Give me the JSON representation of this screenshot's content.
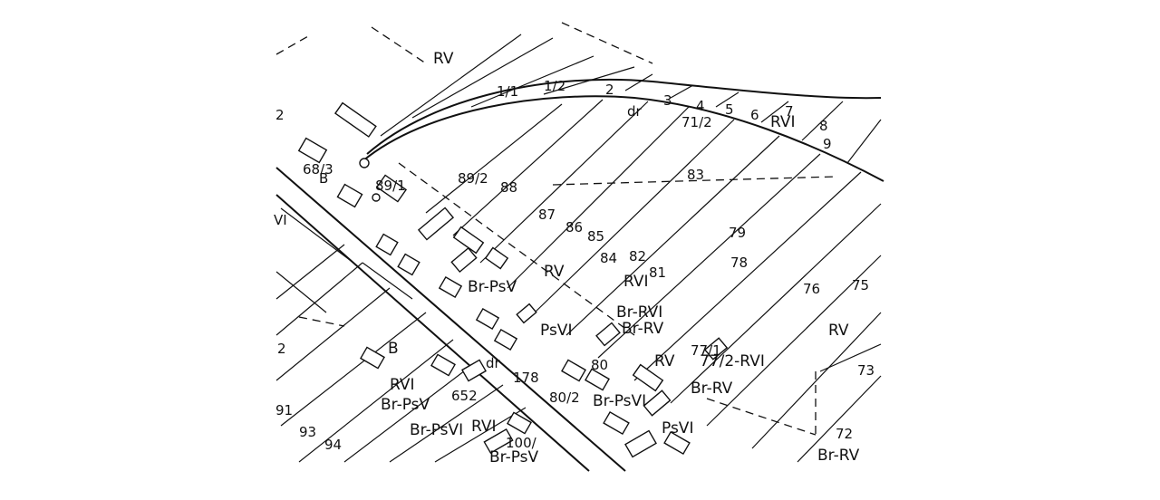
{
  "map": {
    "labels": [
      {
        "id": "rv-top",
        "text": "RV"
      },
      {
        "id": "l-1-1",
        "text": "1/1"
      },
      {
        "id": "l-1-2",
        "text": "1/2"
      },
      {
        "id": "l-2",
        "text": "2"
      },
      {
        "id": "l-3",
        "text": "3"
      },
      {
        "id": "l-4",
        "text": "4"
      },
      {
        "id": "l-5",
        "text": "5"
      },
      {
        "id": "l-6",
        "text": "6"
      },
      {
        "id": "l-7",
        "text": "7"
      },
      {
        "id": "rvi-top",
        "text": "RVI"
      },
      {
        "id": "l-8",
        "text": "8"
      },
      {
        "id": "l-9",
        "text": "9"
      },
      {
        "id": "dr-top",
        "text": "dr"
      },
      {
        "id": "l-71-2",
        "text": "71/2"
      },
      {
        "id": "l-83",
        "text": "83"
      },
      {
        "id": "l-89-2",
        "text": "89/2"
      },
      {
        "id": "l-88",
        "text": "88"
      },
      {
        "id": "l-89-1",
        "text": "89/1"
      },
      {
        "id": "l-68-3",
        "text": "68/3"
      },
      {
        "id": "l-b-1",
        "text": "B"
      },
      {
        "id": "l-87",
        "text": "87"
      },
      {
        "id": "l-86",
        "text": "86"
      },
      {
        "id": "l-85",
        "text": "85"
      },
      {
        "id": "l-84",
        "text": "84"
      },
      {
        "id": "l-82",
        "text": "82"
      },
      {
        "id": "l-81",
        "text": "81"
      },
      {
        "id": "l-79",
        "text": "79"
      },
      {
        "id": "l-78",
        "text": "78"
      },
      {
        "id": "l-76",
        "text": "76"
      },
      {
        "id": "l-75",
        "text": "75"
      },
      {
        "id": "rv-mid",
        "text": "RV"
      },
      {
        "id": "rvi-mid",
        "text": "RVI"
      },
      {
        "id": "br-psv-1",
        "text": "Br-PsV"
      },
      {
        "id": "psvi-1",
        "text": "PsVI"
      },
      {
        "id": "br-rvi-1",
        "text": "Br-RVI"
      },
      {
        "id": "br-rv-1",
        "text": "Br-RV"
      },
      {
        "id": "rv-right",
        "text": "RV"
      },
      {
        "id": "l-73",
        "text": "73"
      },
      {
        "id": "l-72",
        "text": "72"
      },
      {
        "id": "br-rv-bottom",
        "text": "Br-RV"
      },
      {
        "id": "l-77-1",
        "text": "77/1"
      },
      {
        "id": "rv-77",
        "text": "RV"
      },
      {
        "id": "l-77-2",
        "text": "77/2-RVI"
      },
      {
        "id": "br-rv-2",
        "text": "Br-RV"
      },
      {
        "id": "l-80",
        "text": "80"
      },
      {
        "id": "l-80-2",
        "text": "80/2"
      },
      {
        "id": "br-psvi-2",
        "text": "Br-PsVI"
      },
      {
        "id": "psvi-2",
        "text": "PsVI"
      },
      {
        "id": "l-178",
        "text": "178"
      },
      {
        "id": "dr-mid",
        "text": "dr"
      },
      {
        "id": "l-652",
        "text": "652"
      },
      {
        "id": "rvi-left",
        "text": "RVI"
      },
      {
        "id": "br-psv-2",
        "text": "Br-PsV"
      },
      {
        "id": "br-psvi-3",
        "text": "Br-PsVI"
      },
      {
        "id": "rvi-low",
        "text": "RVI"
      },
      {
        "id": "l-b-2",
        "text": "B"
      },
      {
        "id": "l-91",
        "text": "91"
      },
      {
        "id": "l-93",
        "text": "93"
      },
      {
        "id": "l-94",
        "text": "94"
      },
      {
        "id": "l-2-left",
        "text": "2"
      },
      {
        "id": "br-psv-3",
        "text": "Br-PsV"
      },
      {
        "id": "l-100",
        "text": "100/"
      },
      {
        "id": "l-vi-left",
        "text": "VI"
      },
      {
        "id": "l-2-edge",
        "text": "2"
      }
    ]
  }
}
